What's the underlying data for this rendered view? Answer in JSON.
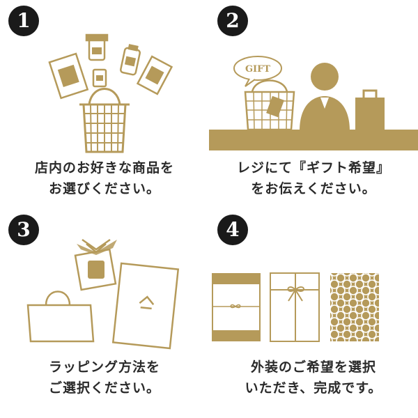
{
  "colors": {
    "gold": "#b59a5a",
    "badge": "#1a1a1a",
    "text": "#2a2a2a"
  },
  "steps": [
    {
      "number": "1",
      "line1": "店内のお好きな商品を",
      "line2": "お選びください。"
    },
    {
      "number": "2",
      "line1": "レジにて『ギフト希望』",
      "line2": "をお伝えください。",
      "bubble": "GIFT"
    },
    {
      "number": "3",
      "line1": "ラッピング方法を",
      "line2": "ご選択ください。"
    },
    {
      "number": "4",
      "line1": "外装のご希望を選択",
      "line2": "いただき、完成です。"
    }
  ]
}
